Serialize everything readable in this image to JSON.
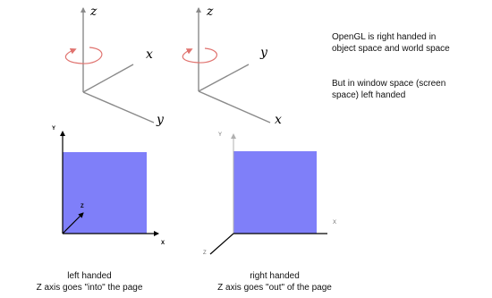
{
  "notes": {
    "line1": "OpenGL is right handed in",
    "line2": "object space and world space",
    "line3": "But in window space (screen",
    "line4": "space) left handed"
  },
  "frames": {
    "left": {
      "z_label": "z",
      "x_label": "x",
      "y_label": "y"
    },
    "right": {
      "z_label": "z",
      "y_label": "y",
      "x_label": "x"
    }
  },
  "windows": {
    "left": {
      "y_label": "Y",
      "z_label": "Z",
      "x_label": "X",
      "caption_line1": "left handed",
      "caption_line2": "Z axis goes \"into\" the page"
    },
    "right": {
      "y_label": "Y",
      "x_label": "X",
      "z_label": "Z",
      "caption_line1": "right handed",
      "caption_line2": "Z axis goes \"out\" of the page"
    }
  },
  "colors": {
    "square_fill": "#7f7ff9",
    "rotation_arrow": "#e0736f",
    "axis_line": "#8a8a8a",
    "window_axis": "#000000",
    "window_axis_grey": "#b0b0b0"
  }
}
